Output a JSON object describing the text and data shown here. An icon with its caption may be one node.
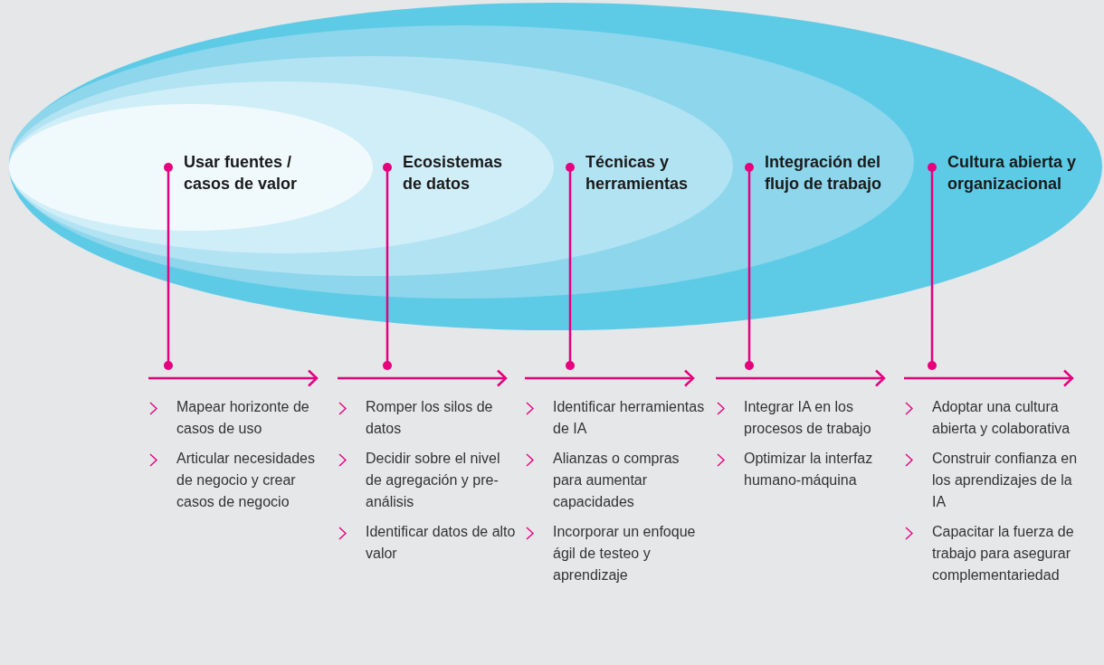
{
  "diagram": {
    "nodes": [
      {
        "text": [],
        "shape": "ellipse"
      },
      {
        "text": [],
        "shape": "ellipse",
        "in": 0
      },
      {
        "text": [],
        "shape": "ellipse",
        "in": 1
      },
      {
        "text": [],
        "shape": "ellipse",
        "in": 2
      },
      {
        "text": [],
        "shape": "ellipse",
        "in": 3
      },
      {
        "text": [
          "Usar fuentes / casos de valor"
        ],
        "in": 4
      },
      {
        "text": [
          "Ecosistemas de datos"
        ],
        "in": 3
      },
      {
        "text": [
          "Técnicas y herramientas"
        ],
        "in": 2
      },
      {
        "text": [
          "Integración del flujo de trabajo"
        ],
        "in": 1
      },
      {
        "text": [
          "Cultura abierta y organizacional"
        ],
        "in": 0
      },
      {
        "text": [],
        "shape": "arrow"
      },
      {
        "text": [],
        "shape": "arrow"
      },
      {
        "text": [],
        "shape": "arrow"
      },
      {
        "text": [],
        "shape": "arrow"
      },
      {
        "text": [],
        "shape": "arrow"
      },
      {
        "text": [
          "Mapear horizonte de casos de uso",
          "Articular necesidades de negocio y crear casos de negocio"
        ]
      },
      {
        "text": [
          "Romper los silos de datos",
          "Decidir sobre el nivel de agregación y pre-análisis",
          "Identificar datos de alto valor"
        ]
      },
      {
        "text": [
          "Identificar herramientas de IA",
          "Alianzas o compras para aumentar capacidades",
          "Incorporar un enfoque ágil de testeo y aprendizaje"
        ]
      },
      {
        "text": [
          "Integrar IA en los procesos de trabajo",
          "Optimizar la interfaz humano-máquina"
        ]
      },
      {
        "text": [
          "Adoptar una cultura abierta y colaborativa",
          "Construir confianza en los aprendizajes de la IA",
          "Capacitar la fuerza de trabajo para asegurar complementariedad"
        ]
      }
    ],
    "edges": [
      {
        "from": 5,
        "to": 10,
        "arrow": "other"
      },
      {
        "from": 6,
        "to": 11,
        "arrow": "other"
      },
      {
        "from": 7,
        "to": 12,
        "arrow": "other"
      },
      {
        "from": 8,
        "to": 13,
        "arrow": "other"
      },
      {
        "from": 9,
        "to": 14,
        "arrow": "other"
      }
    ]
  }
}
